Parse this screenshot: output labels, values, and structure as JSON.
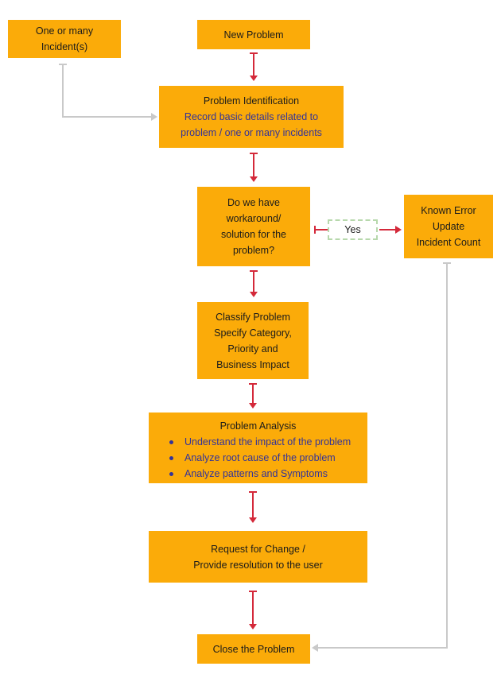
{
  "flowchart": {
    "nodes": {
      "incidents": {
        "lines": [
          "One or many",
          "Incident(s)"
        ]
      },
      "new_problem": {
        "lines": [
          "New Problem"
        ]
      },
      "identification": {
        "title": "Problem Identification",
        "details": [
          "Record basic details related to",
          "problem / one or many incidents"
        ]
      },
      "workaround_decision": {
        "lines": [
          "Do we have",
          "workaround/",
          "solution for the",
          "problem?"
        ]
      },
      "known_error": {
        "lines": [
          "Known Error",
          "Update",
          "Incident Count"
        ]
      },
      "classify": {
        "lines": [
          "Classify Problem",
          "Specify Category,",
          "Priority and",
          "Business Impact"
        ]
      },
      "analysis": {
        "title": "Problem Analysis",
        "bullets": [
          "Understand the impact of the problem",
          "Analyze root cause of the problem",
          "Analyze patterns and Symptoms"
        ]
      },
      "request_for_change": {
        "lines": [
          "Request for Change /",
          "Provide resolution to the user"
        ]
      },
      "close_problem": {
        "lines": [
          "Close the Problem"
        ]
      }
    },
    "connectors": {
      "yes_label": "Yes"
    },
    "colors": {
      "node_fill": "#FBAB09",
      "node_text": "#1B1B1B",
      "accent_text": "#333399",
      "flow_arrow": "#D4293A",
      "link_line": "#C9C9C9",
      "yes_border": "#B7D8AC"
    }
  }
}
